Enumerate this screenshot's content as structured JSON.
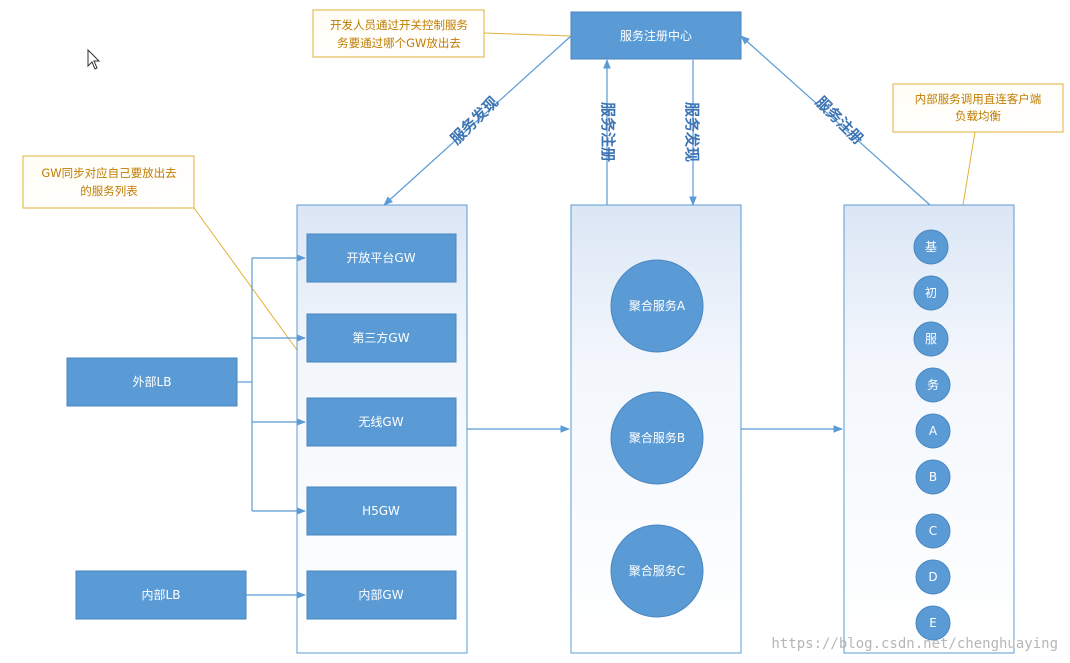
{
  "colors": {
    "node_fill": "#5b9bd5",
    "node_stroke": "#4a86c0",
    "arrow": "#5b9bd5",
    "note_border": "#e2b23a",
    "note_text": "#c07c00",
    "watermark": "#b6b6b6"
  },
  "icons": {
    "cursor": "mouse-pointer-icon"
  },
  "registry": {
    "label": "服务注册中心"
  },
  "notes": {
    "control": {
      "line1": "开发人员通过开关控制服务",
      "line2": "务要通过哪个GW放出去"
    },
    "gw_sync": {
      "line1": "GW同步对应自己要放出去",
      "line2": "的服务列表"
    },
    "client_lb": {
      "line1": "内部服务调用直连客户端",
      "line2": "负载均衡"
    }
  },
  "edge_labels": {
    "discover_left": "服务发现",
    "register_mid": "服务注册",
    "discover_mid": "服务发现",
    "register_right": "服务注册"
  },
  "lbs": {
    "external": "外部LB",
    "internal": "内部LB"
  },
  "gateways": [
    "开放平台GW",
    "第三方GW",
    "无线GW",
    "H5GW",
    "内部GW"
  ],
  "aggregations": [
    "聚合服务A",
    "聚合服务B",
    "聚合服务C"
  ],
  "base_services": [
    "基",
    "初",
    "服",
    "务",
    "A",
    "B",
    "C",
    "D",
    "E"
  ],
  "watermark": "https://blog.csdn.net/chenghuaying"
}
